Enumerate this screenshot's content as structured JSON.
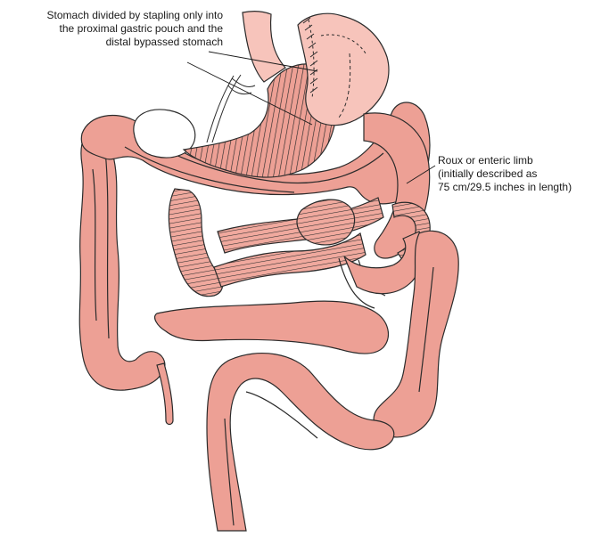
{
  "annotations": {
    "stomach_division": [
      "Stomach divided by stapling only into",
      "the proximal gastric pouch and the",
      "distal bypassed stomach"
    ],
    "roux_limb": [
      "Roux or enteric limb",
      "(initially described as",
      "75 cm/29.5 inches in length)"
    ]
  },
  "colors": {
    "tissue": "#eda095",
    "tissue_light": "#f3b8ad",
    "pouch": "#f7c4bb",
    "outline": "#2b2b2b",
    "background": "#ffffff"
  }
}
